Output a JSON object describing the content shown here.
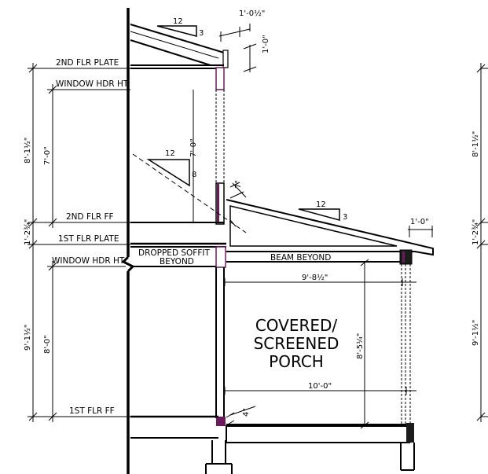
{
  "levels": {
    "second_floor_plate": "2ND FLR PLATE",
    "second_window_header": "WINDOW HDR HT",
    "second_floor_ff": "2ND FLR FF",
    "first_floor_plate": "1ST FLR PLATE",
    "first_window_header": "WINDOW HDR HT",
    "first_floor_ff": "1ST FLR FF"
  },
  "vertical_dims": {
    "upper_story": "8'-1½\"",
    "upper_window": "7'-0\"",
    "floor_framing": "1'-2¾\"",
    "lower_story": "9'-1½\"",
    "lower_window": "8'-0\""
  },
  "right_dims": {
    "upper_story": "8'-1½\"",
    "floor_framing": "1'-2¾\"",
    "lower_story": "9'-1½\""
  },
  "roof": {
    "upper_pitch_run": "12",
    "upper_pitch_rise": "3",
    "upper_overhang": "1'-0½\"",
    "upper_fascia": "1'-0\"",
    "porch_pitch_run": "12",
    "porch_pitch_rise": "3",
    "porch_overhang": "1'-0\"",
    "porch_flashing_gap": "7\"",
    "dashed_pitch_run": "12",
    "dashed_pitch_rise": "8",
    "dashed_offset": "7'-0\""
  },
  "labels": {
    "soffit": "DROPPED SOFFIT",
    "soffit_beyond": "BEYOND",
    "beam": "BEAM BEYOND",
    "porch_line1": "COVERED/",
    "porch_line2": "SCREENED",
    "porch_line3": "PORCH"
  },
  "porch_dims": {
    "soffit_width": "9'-8½\"",
    "floor_width": "10'-0\"",
    "height": "8'-5¼\"",
    "step": "4\""
  },
  "colors": {
    "line": "#000000",
    "accent": "#6a1b5a"
  }
}
